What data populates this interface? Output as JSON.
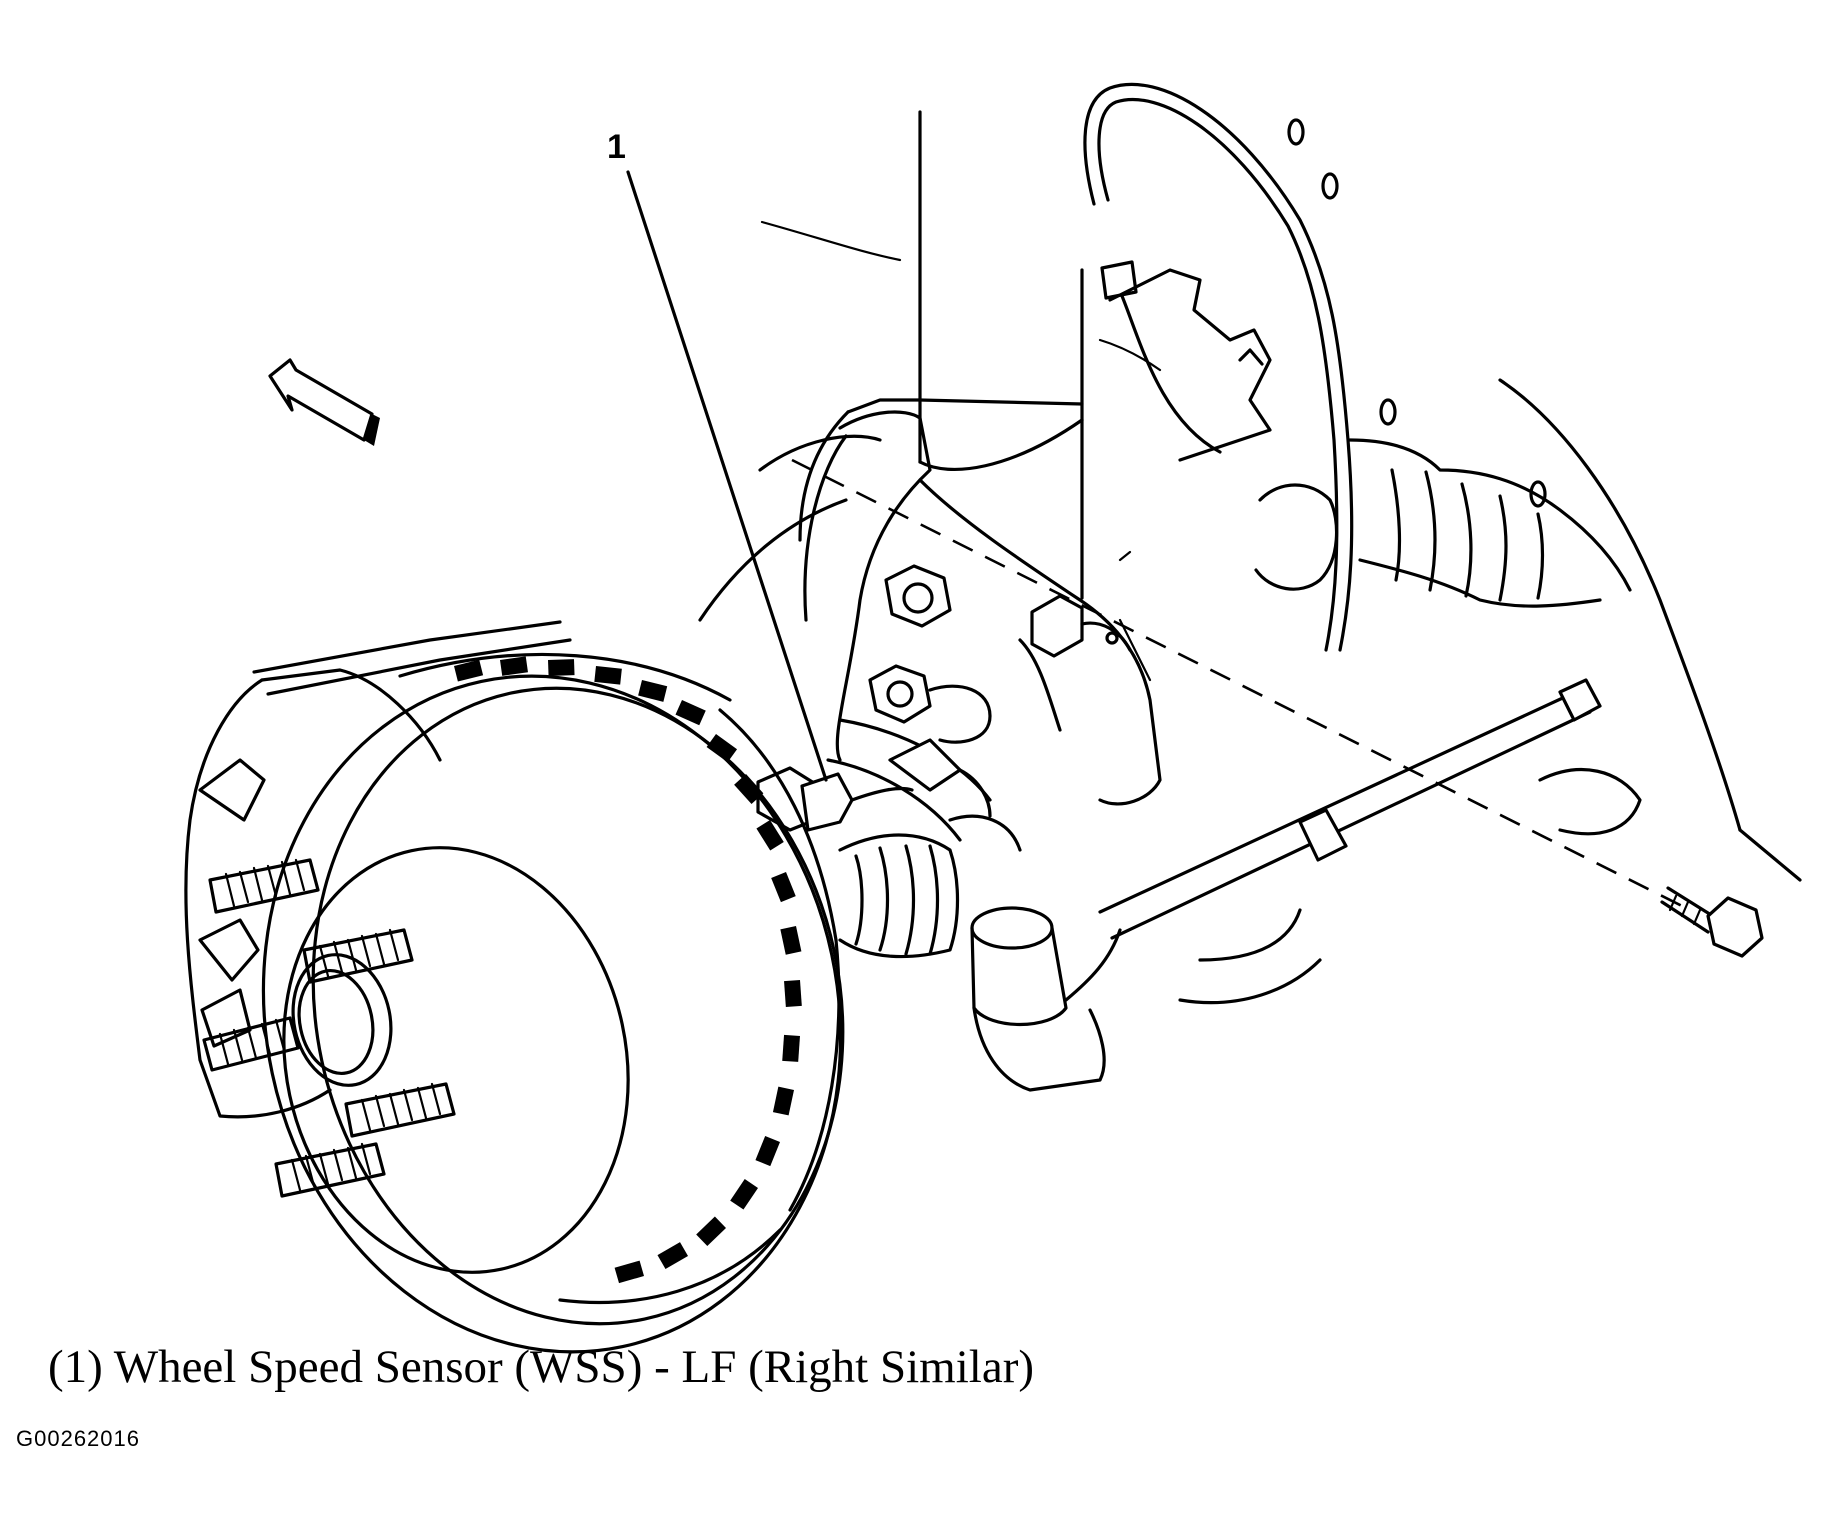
{
  "callout": {
    "number": "1"
  },
  "caption": {
    "text": "(1) Wheel Speed Sensor (WSS) - LF (Right Similar)"
  },
  "figure_code": "G00262016",
  "icons": {
    "direction_arrow": "front-direction-arrow-icon"
  },
  "colors": {
    "ink": "#000000",
    "paper": "#ffffff"
  }
}
